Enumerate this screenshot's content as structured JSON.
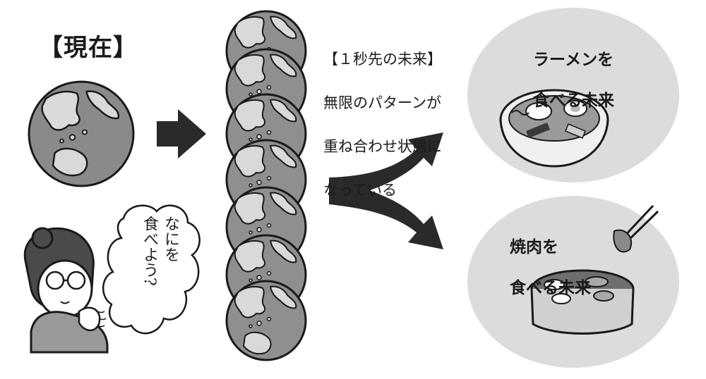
{
  "present": {
    "title": "【現在】"
  },
  "future": {
    "caption_line1": "【１秒先の未来】",
    "caption_line2": "無限のパターンが",
    "caption_line3": "重ね合わせ状態に",
    "caption_line4": "なっている"
  },
  "outcomes": {
    "ramen": {
      "line1": "ラーメンを",
      "line2": "食べる未来"
    },
    "yakiniku": {
      "line1": "焼肉を",
      "line2": "食べる未来"
    }
  },
  "thought": {
    "text": "なにを\n食べよう?"
  },
  "icons": [
    "earth-globe-icon",
    "arrow-right-icon",
    "split-arrow-icon",
    "ramen-bowl-icon",
    "yakiniku-grill-icon",
    "chopsticks-icon",
    "thinking-person-icon",
    "thought-bubble-icon"
  ]
}
